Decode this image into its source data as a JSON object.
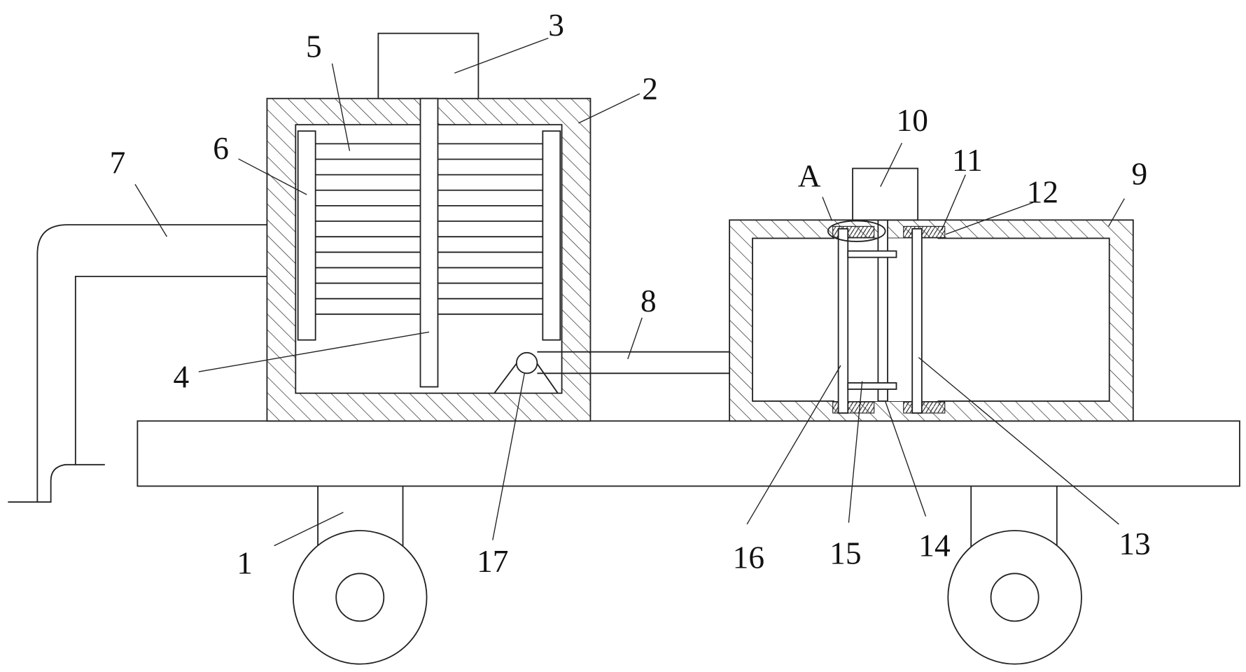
{
  "diagram": {
    "type": "patent mechanical drawing",
    "labels": {
      "l1": "1",
      "l2": "2",
      "l3": "3",
      "l4": "4",
      "l5": "5",
      "l6": "6",
      "l7": "7",
      "l8": "8",
      "l9": "9",
      "l10": "10",
      "l11": "11",
      "l12": "12",
      "l13": "13",
      "l14": "14",
      "l15": "15",
      "l16": "16",
      "l17": "17",
      "lA": "A"
    },
    "colors": {
      "line": "#222222",
      "background": "#ffffff"
    }
  }
}
